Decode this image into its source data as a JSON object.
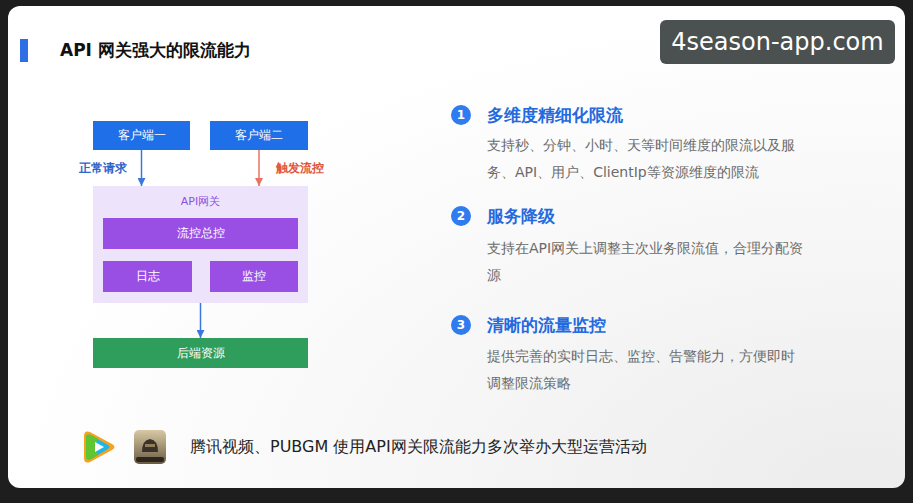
{
  "diagram": {
    "title": "API 网关强大的限流能力",
    "caption": "腾讯视频、PUBGM 使用API网关限流能力多次举办大型运营活动",
    "nodes": [
      {
        "text": [
          "客户端一"
        ]
      },
      {
        "text": [
          "客户端二"
        ]
      },
      {
        "text": [
          "API网关"
        ]
      },
      {
        "text": [
          "流控总控"
        ],
        "in": 2
      },
      {
        "text": [
          "日志"
        ],
        "in": 2
      },
      {
        "text": [
          "监控"
        ],
        "in": 2
      },
      {
        "text": [
          "后端资源"
        ]
      },
      {
        "text": [
          "1"
        ]
      },
      {
        "text": [
          "2"
        ]
      },
      {
        "text": [
          "3"
        ]
      }
    ],
    "edges": [
      {
        "from": 0,
        "to": 2,
        "label": "正常请求",
        "arrow": "to"
      },
      {
        "from": 1,
        "to": 2,
        "label": "触发流控",
        "arrow": "to"
      },
      {
        "from": 2,
        "to": 6,
        "arrow": "to"
      }
    ],
    "labels": [
      "4season-app.com",
      "多维度精细化限流",
      "支持秒、分钟、小时、天等时间维度的限流以及服 务、API、用户、ClientIp等资源维度的限流",
      "服务降级",
      "支持在API网关上调整主次业务限流值，合理分配资 源",
      "清晰的流量监控",
      "提供完善的实时日志、监控、告警能力，方便即时 调整限流策略"
    ]
  }
}
